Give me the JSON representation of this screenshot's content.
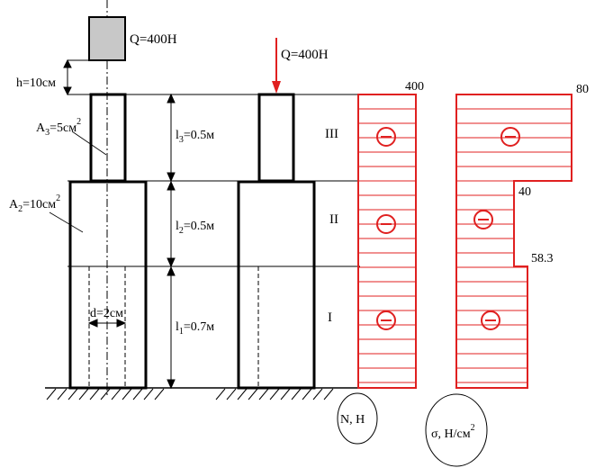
{
  "load": {
    "weight_label": "Q=400H",
    "gap_label": "h=10см",
    "applied_label": "Q=400H"
  },
  "column1": {
    "area3_label": "A",
    "area3_sub": "3",
    "area3_eq": "=5см",
    "area3_sup": "2",
    "area2_label": "A",
    "area2_sub": "2",
    "area2_eq": "=10см",
    "area2_sup": "2",
    "hole_label": "d=2см"
  },
  "lengths": {
    "l3": {
      "base": "l",
      "sub": "3",
      "rest": "=0.5м"
    },
    "l2": {
      "base": "l",
      "sub": "2",
      "rest": "=0.5м"
    },
    "l1": {
      "base": "l",
      "sub": "1",
      "rest": "=0.7м"
    }
  },
  "sections": {
    "s3": "III",
    "s2": "II",
    "s1": "I"
  },
  "diagram_N": {
    "top_value": "400",
    "sign": "minus",
    "unit_label": "N, H"
  },
  "diagram_sigma": {
    "value_top": "80",
    "value_mid": "40",
    "value_low": "58.3",
    "sign": "minus",
    "unit_base": "σ, H/см",
    "unit_sup": "2"
  },
  "colors": {
    "diagram": "#e02020",
    "weight_fill": "#c8c8c8",
    "lines": "#000000"
  },
  "icons": [
    "minus-sign-icon",
    "down-arrow-icon",
    "ground-hatch-icon"
  ]
}
